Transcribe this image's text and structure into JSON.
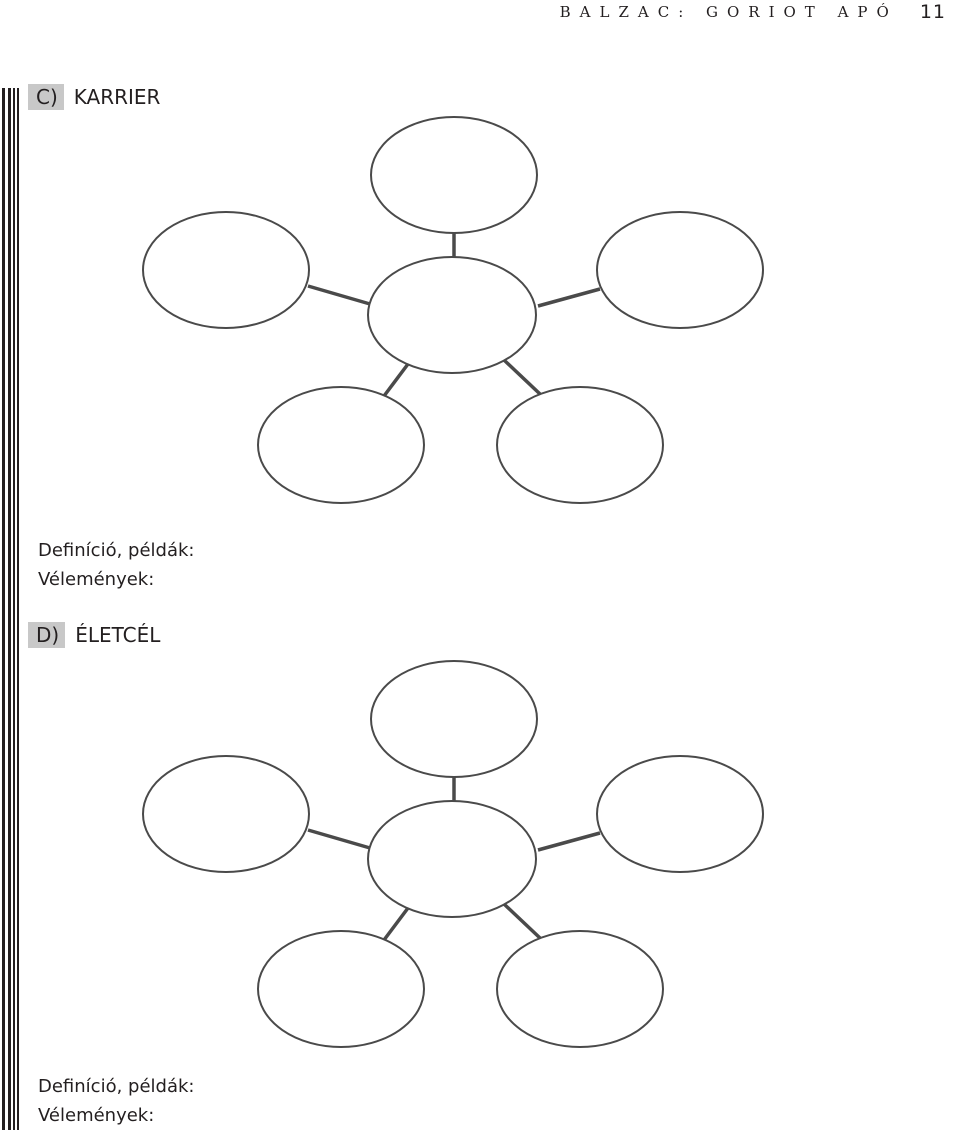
{
  "header": {
    "title": "BALZAC: GORIOT APÓ",
    "page_number": "11"
  },
  "sections": [
    {
      "letter": "C)",
      "title": "KARRIER",
      "notes": [
        "Definíció, példák:",
        "Vélemények:"
      ]
    },
    {
      "letter": "D)",
      "title": "ÉLETCÉL",
      "notes": [
        "Definíció, példák:",
        "Vélemények:"
      ]
    }
  ]
}
